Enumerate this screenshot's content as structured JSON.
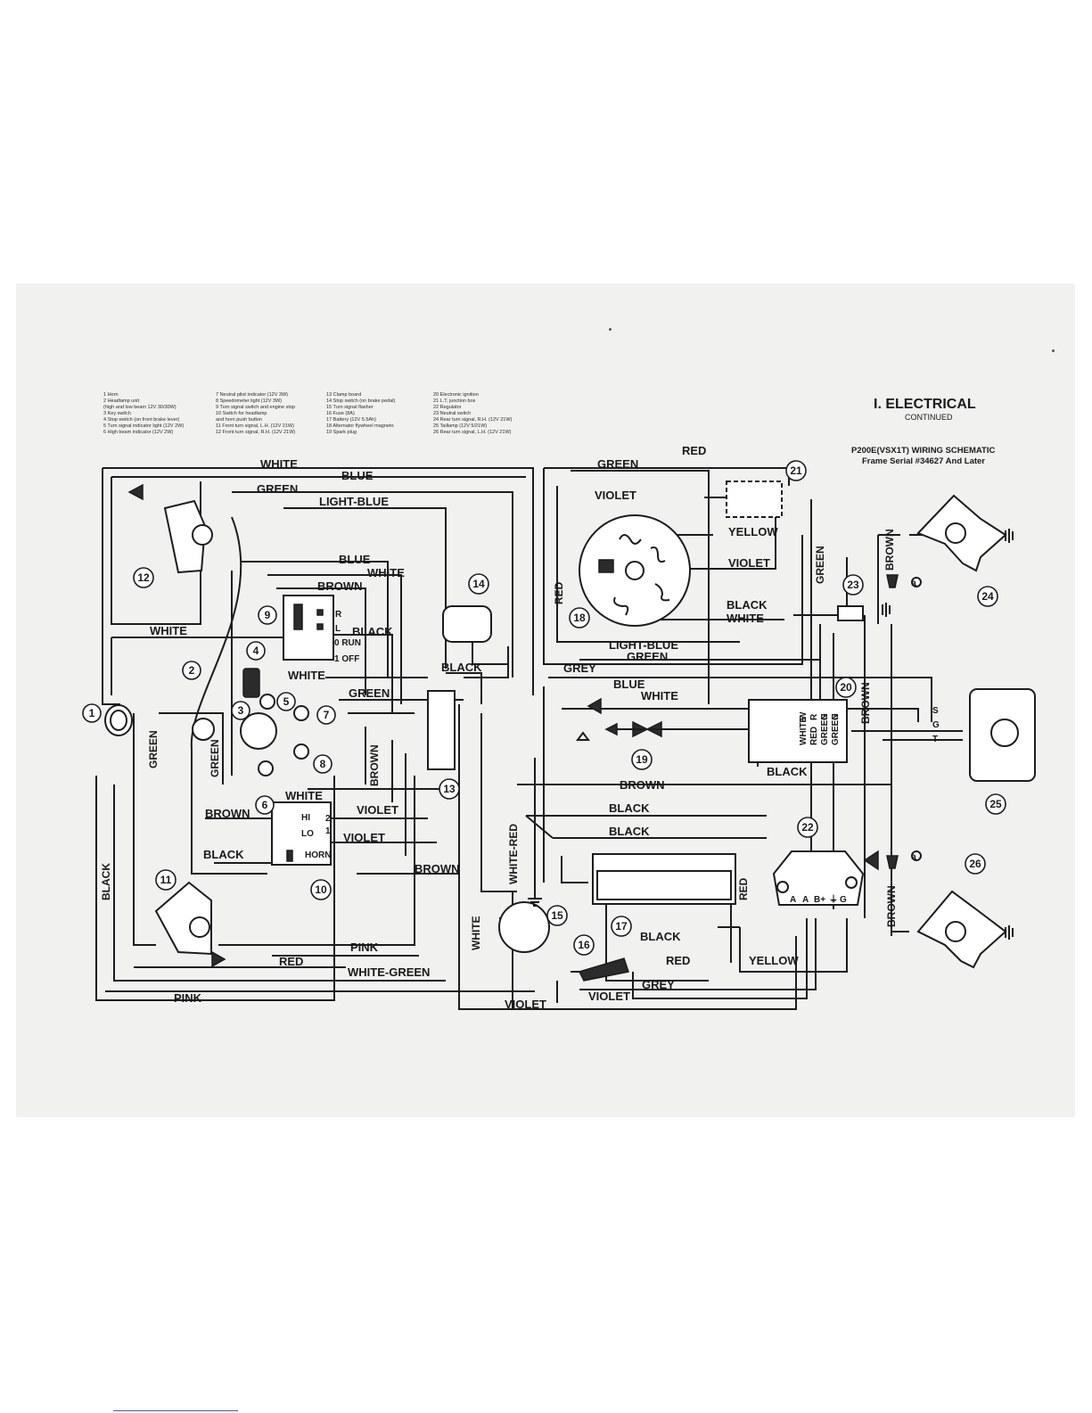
{
  "header": {
    "title": "I.   ELECTRICAL",
    "continued": "CONTINUED",
    "schematic_title": "P200E(VSX1T) WIRING SCHEMATIC",
    "frame_serial": "Frame Serial #34627 And Later"
  },
  "legend": {
    "col1": [
      "1   Horn",
      "2   Headlamp unit",
      "     (high and low beam 12V 30/30W)",
      "3   Key switch",
      "4   Stop switch (on front brake lever)",
      "5   Turn signal indicator light (12V 2W)",
      "6   High beam indicator (12V 2W)"
    ],
    "col2": [
      "7   Neutral pilot indicator (12V 3W)",
      "8   Speedometer light (12V 3W)",
      "9   Turn signal switch and engine stop",
      "10  Switch for headlamp",
      "     and horn push button",
      "11  Front turn signal, L.H. (12V 21W)",
      "12  Front turn signal, R.H. (12V 21W)"
    ],
    "col3": [
      "13  Clamp board",
      "14  Stop switch (on brake pedal)",
      "15  Turn signal flasher",
      "16  Fuse (8A)",
      "17  Battery (12V 5.5Ah)",
      "18  Alternator flywheel magneto",
      "19  Spark plug"
    ],
    "col4": [
      "20  Electronic ignition",
      "21  L.T. junction box",
      "22  Regulator",
      "23  Neutral switch",
      "24  Rear turn signal, R.H. (12V 21W)",
      "25  Taillamp (12V 5/21W)",
      "26  Rear turn signal, L.H. (12V 21W)"
    ]
  },
  "wires": {
    "white_top": "WHITE",
    "blue_top": "BLUE",
    "green_top": "GREEN",
    "light_blue_top": "LIGHT-BLUE",
    "red_top": "RED",
    "green_top2": "GREEN",
    "violet_top": "VIOLET",
    "yellow": "YELLOW",
    "violet_mid": "VIOLET",
    "green_v": "GREEN",
    "brown_v_right": "BROWN",
    "red_v_18": "RED",
    "black_mid": "BLACK",
    "white_mid": "WHITE",
    "light_blue_mid": "LIGHT-BLUE",
    "green_mid": "GREEN",
    "blue_9": "BLUE",
    "white_9": "WHITE",
    "brown_9": "BROWN",
    "black_9": "BLACK",
    "white_left": "WHITE",
    "white_4": "WHITE",
    "green_4": "GREEN",
    "black_14": "BLACK",
    "grey": "GREY",
    "blue_20": "BLUE",
    "white_20": "WHITE",
    "brown_v_20": "BROWN",
    "black_20": "BLACK",
    "brown_mid": "BROWN",
    "black_a": "BLACK",
    "black_b": "BLACK",
    "green_v_left": "GREEN",
    "green_v_3": "GREEN",
    "brown_v_13": "BROWN",
    "white_6": "WHITE",
    "brown_6": "BROWN",
    "violet_6": "VIOLET",
    "violet_10": "VIOLET",
    "black_10": "BLACK",
    "brown_15": "BROWN",
    "white_red_v": "WHITE-RED",
    "white_v_15": "WHITE",
    "black_v_left": "BLACK",
    "pink_mid": "PINK",
    "red_bottom": "RED",
    "white_green": "WHITE-GREEN",
    "pink_bottom": "PINK",
    "violet_bottom": "VIOLET",
    "violet_16": "VIOLET",
    "grey_bottom": "GREY",
    "red_16": "RED",
    "black_17": "BLACK",
    "yellow_22": "YELLOW",
    "red_v_22": "RED",
    "brown_v_24": "BROWN",
    "brown_v_26": "BROWN"
  },
  "switch_labels": {
    "r": "R",
    "l": "L",
    "run": "0 RUN",
    "off": "1 OFF",
    "hi": "HI",
    "lo": "LO",
    "horn": "HORN",
    "two": "2",
    "one": "1",
    "ig_white": "WHITE",
    "ig_red": "RED",
    "ig_green": "GREEN",
    "ig_green2": "GREEN",
    "ig_w": "W",
    "ig_r": "R",
    "ig_g": "G",
    "ig_g2": "G",
    "reg_a": "A",
    "reg_a2": "A",
    "reg_b": "B+",
    "reg_gnd": "⏚",
    "reg_g": "G",
    "tail_s": "S",
    "tail_g": "G",
    "tail_t": "T",
    "spark_a": "a",
    "spark_a2": "a"
  },
  "callouts": [
    "1",
    "2",
    "3",
    "4",
    "5",
    "6",
    "7",
    "8",
    "9",
    "10",
    "11",
    "12",
    "13",
    "14",
    "15",
    "16",
    "17",
    "18",
    "19",
    "20",
    "21",
    "22",
    "23",
    "24",
    "25",
    "26"
  ]
}
